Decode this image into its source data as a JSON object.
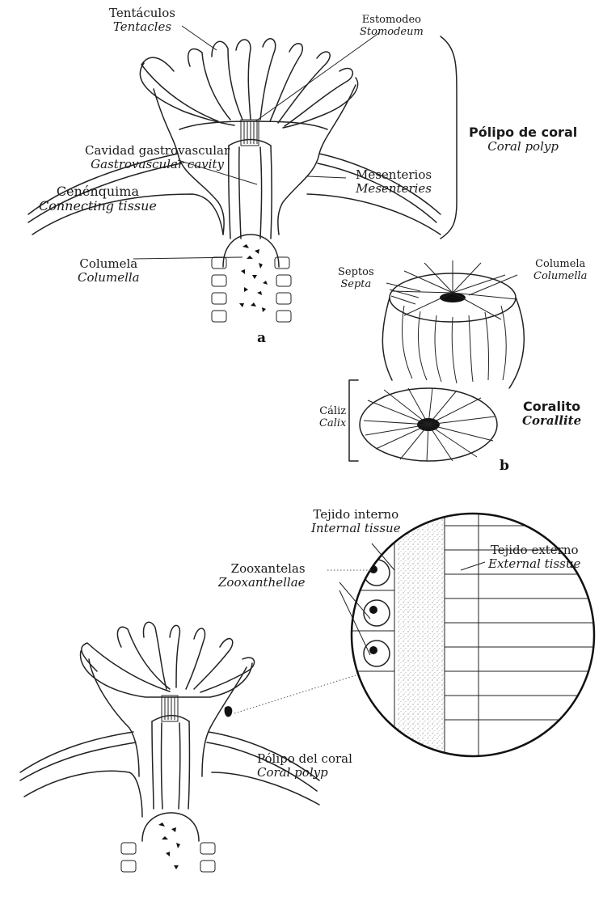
{
  "figure_a": {
    "tentacles": {
      "es": "Tentáculos",
      "en": "Tentacles"
    },
    "stomodeum": {
      "es": "Estomodeo",
      "en": "Stomodeum"
    },
    "gastro": {
      "es": "Cavidad gastrovascular",
      "en": "Gastrovascular cavity"
    },
    "mesenteries": {
      "es": "Mesenterios",
      "en": "Mesenteries"
    },
    "coenenchyme": {
      "es": "Cenénquima",
      "en": "Connecting tissue"
    },
    "columella": {
      "es": "Columela",
      "en": "Columella"
    },
    "polyp_title": {
      "es": "Pólipo de coral",
      "en": "Coral polyp"
    },
    "panel_letter": "a"
  },
  "figure_b": {
    "septa": {
      "es": "Septos",
      "en": "Septa"
    },
    "columella": {
      "es": "Columela",
      "en": "Columella"
    },
    "calix": {
      "es": "Cáliz",
      "en": "Calix"
    },
    "corallite_title": {
      "es": "Coralito",
      "en": "Corallite"
    },
    "panel_letter": "b"
  },
  "figure_c": {
    "internal": {
      "es": "Tejido interno",
      "en": "Internal tissue"
    },
    "external": {
      "es": "Tejido externo",
      "en": "External tissue"
    },
    "zoox": {
      "es": "Zooxantelas",
      "en": "Zooxanthellae"
    },
    "polyp": {
      "es": "Pólipo del coral",
      "en": "Coral polyp"
    }
  }
}
